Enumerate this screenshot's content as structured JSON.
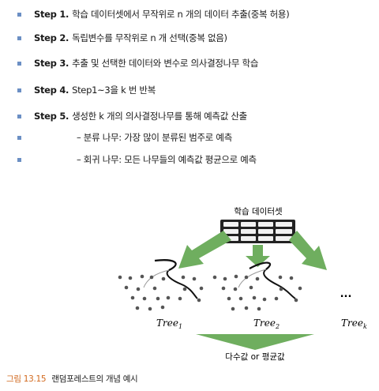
{
  "steps": [
    {
      "label": "Step 1.",
      "text": "학습 데이터셋에서 무작위로 n 개의 데이터 추출(중복 허용)"
    },
    {
      "label": "Step 2.",
      "text": "독립변수를 무작위로 n 개 선택(중복 없음)"
    },
    {
      "label": "Step 3.",
      "text": "추출 및 선택한 데이터와 변수로 의사결정나무 학습"
    },
    {
      "label": "Step 4.",
      "text": "Step1~3을 k 번 반복"
    },
    {
      "label": "Step 5.",
      "text": "생성한 k 개의 의사결정나무를 통해 예측값 산출"
    }
  ],
  "sub_items": [
    {
      "text": "– 분류 나무: 가장 많이 분류된 범주로 예측"
    },
    {
      "text": "– 회귀 나무: 모든 나무들의 예측값 평균으로 예측"
    }
  ],
  "diagram": {
    "dataset_label": "학습 데이터셋",
    "trees": [
      {
        "name": "Tree",
        "sub": "1"
      },
      {
        "name": "Tree",
        "sub": "2"
      },
      {
        "name": "Tree",
        "sub": "k"
      }
    ],
    "ellipsis": "...",
    "result_label": "다수값 or 평균값",
    "arrow_color": "#6fae5f"
  },
  "caption": {
    "figure_number": "그림 13.15",
    "title": "랜덤포레스트의 개념 예시"
  }
}
